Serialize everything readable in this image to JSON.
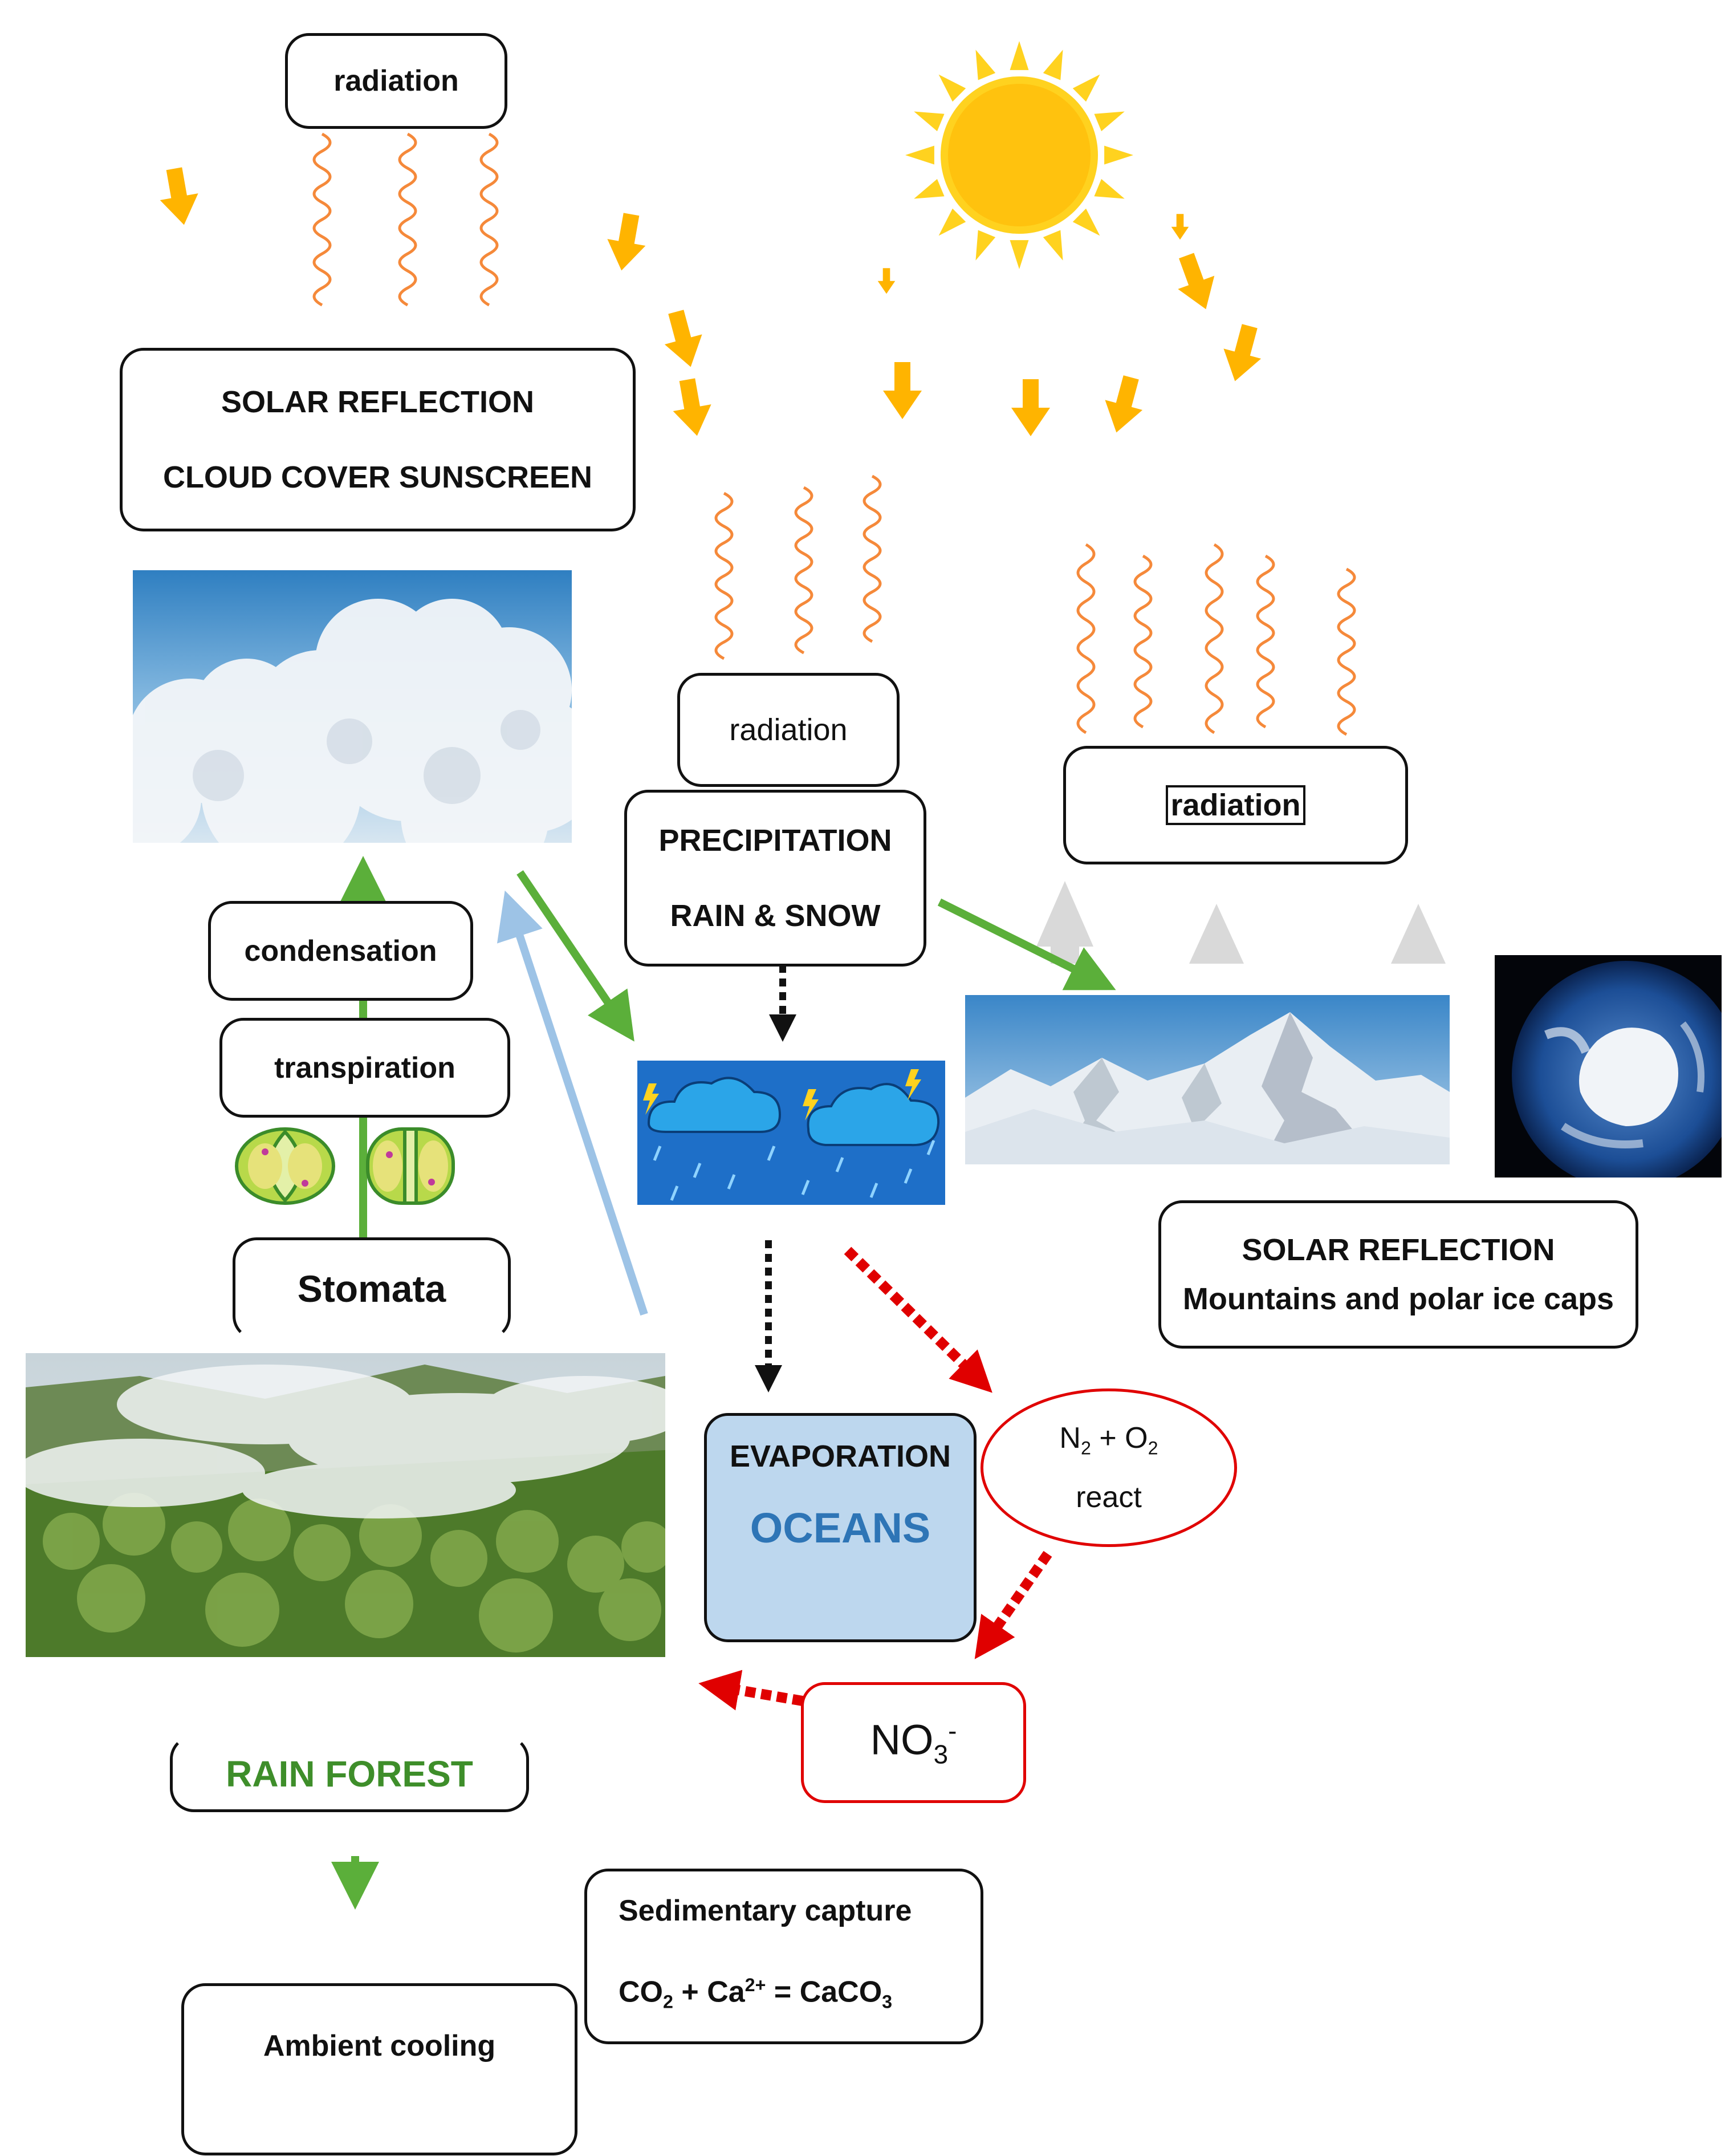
{
  "labels": {
    "radiation_top": "radiation",
    "radiation_mid": "radiation",
    "radiation_right": "radiation",
    "solar_reflection_clouds_1": "SOLAR REFLECTION",
    "solar_reflection_clouds_2": "CLOUD COVER SUNSCREEN",
    "precipitation_1": "PRECIPITATION",
    "precipitation_2": "RAIN & SNOW",
    "condensation": "condensation",
    "transpiration": "transpiration",
    "stomata": "Stomata",
    "solar_reflection_mountains_1": "SOLAR REFLECTION",
    "solar_reflection_mountains_2": "Mountains and polar ice caps",
    "evaporation": "EVAPORATION",
    "oceans": "OCEANS",
    "n2_o2_react": {
      "n": "N",
      "n_sub": "2",
      "plus": " + O",
      "o_sub": "2",
      "react": "react"
    },
    "no3": {
      "base": "NO",
      "sub": "3",
      "sup": "-"
    },
    "rain_forest": "RAIN FOREST",
    "sedimentary_capture": "Sedimentary capture",
    "caco3": {
      "co": "CO",
      "co_sub": "2",
      "plus_ca": " + Ca",
      "ca_sup": "2+",
      "eq": " = CaCO",
      "eq_sub": "3"
    },
    "ambient_cooling": "Ambient cooling"
  },
  "colors": {
    "sun": "#FFD21F",
    "sun_arrow": "#FFB400",
    "radiation_wave": "#F5893A",
    "green_arrow": "#5BAF3A",
    "blue_arrow": "#9DC3E6",
    "red_dotted": "#E00000",
    "oceans_fill": "#BDD7EE",
    "oceans_text": "#2E75B6",
    "rain_forest_text": "#3E8E2A",
    "reflect_arrow": "#D9D9D9"
  },
  "images": [
    "clouds-photo",
    "storm-clouds-icon",
    "snowy-mountains-photo",
    "polar-earth-photo",
    "rain-forest-photo",
    "stomata-cells-icon",
    "sun-icon"
  ]
}
